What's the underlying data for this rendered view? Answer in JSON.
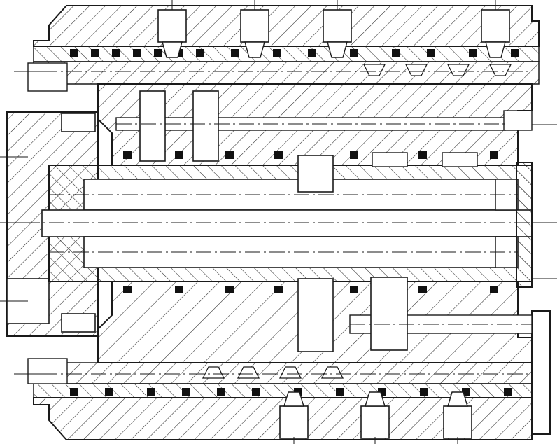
{
  "drawing": {
    "subject": "rotary-joint-cross-section",
    "colors": {
      "paper": "#ffffff",
      "ink": "#1a1a1a",
      "seal": "#111111",
      "hatch": "#2a2a2a"
    },
    "icons": [
      "o-ring-seal",
      "fastener-bolt",
      "centerline"
    ]
  }
}
